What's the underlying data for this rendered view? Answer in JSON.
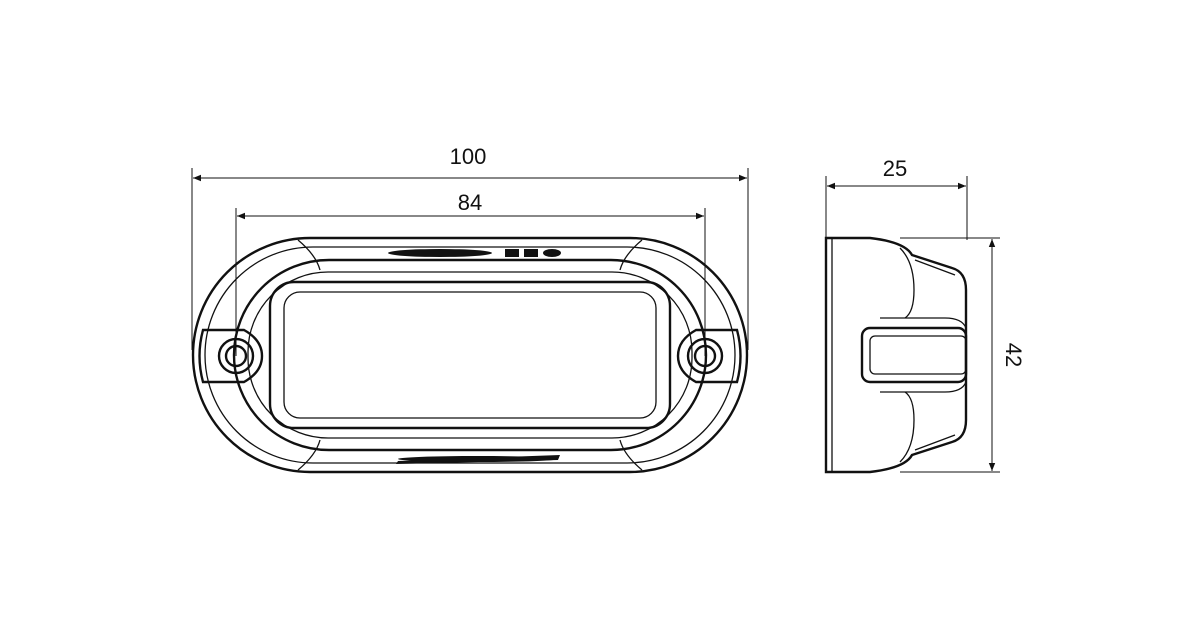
{
  "drawing": {
    "front_view": {
      "overall_width_label": "100",
      "hole_spacing_label": "84"
    },
    "side_view": {
      "depth_label": "25",
      "height_label": "42"
    },
    "colors": {
      "line": "#111111",
      "background": "#ffffff"
    }
  }
}
